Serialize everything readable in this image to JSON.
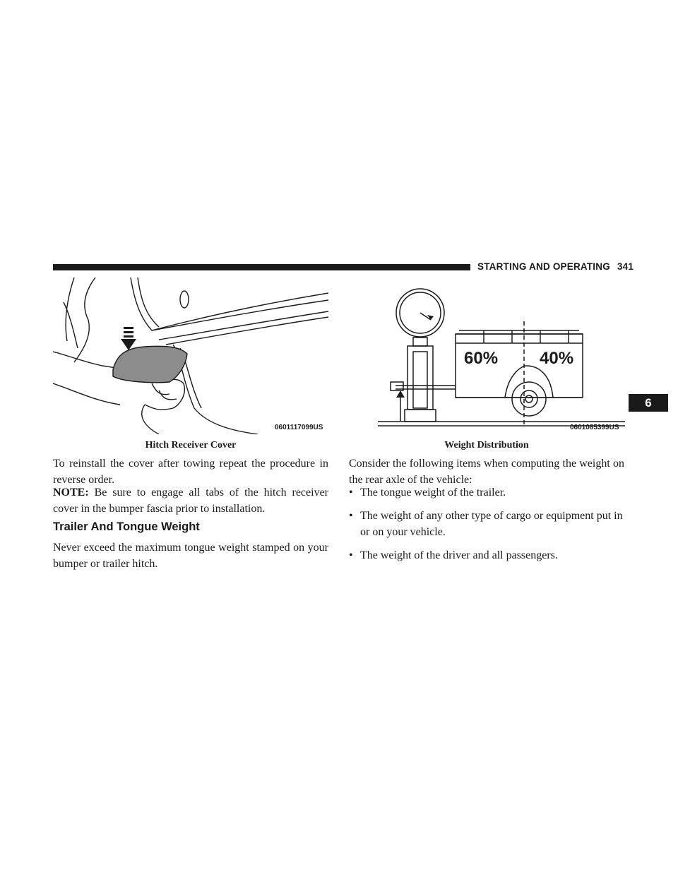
{
  "header": {
    "section_title": "STARTING AND OPERATING",
    "page_number": "341"
  },
  "chapter_tab": "6",
  "figures": {
    "left": {
      "code": "0601117099US",
      "caption": "Hitch Receiver Cover"
    },
    "right": {
      "code": "0601085399US",
      "caption": "Weight Distribution",
      "front_percent": "60%",
      "rear_percent": "40%"
    }
  },
  "left_column": {
    "para1": "To reinstall the cover after towing repeat the procedure in reverse order.",
    "note_label": "NOTE:",
    "note_text": " Be sure to engage all tabs of the hitch receiver cover in the bumper fascia prior to installation.",
    "heading": "Trailer And Tongue Weight",
    "para2": "Never exceed the maximum tongue weight stamped on your bumper or trailer hitch."
  },
  "right_column": {
    "intro": "Consider the following items when computing the weight on the rear axle of the vehicle:",
    "bullet_symbol": "•",
    "bullets": [
      "The tongue weight of the trailer.",
      "The weight of any other type of cargo or equipment put in or on your vehicle.",
      "The weight of the driver and all passengers."
    ]
  }
}
